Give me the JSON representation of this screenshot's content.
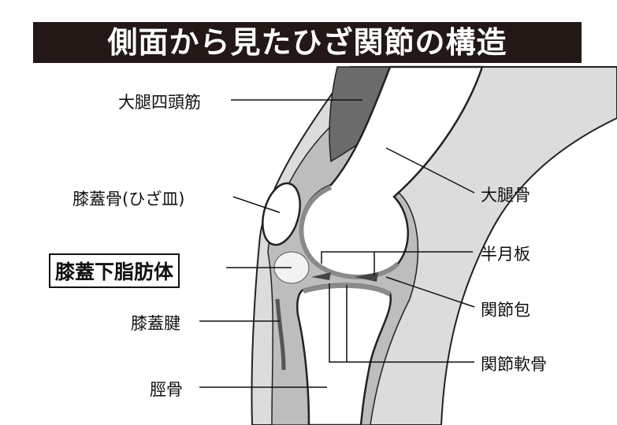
{
  "title": "側面から見たひざ関節の構造",
  "labels": {
    "quadriceps": "大腿四頭筋",
    "patella": "膝蓋骨(ひざ皿)",
    "infrapatellar_fat_pad": "膝蓋下脂肪体",
    "patellar_tendon": "膝蓋腱",
    "tibia": "脛骨",
    "femur": "大腿骨",
    "meniscus": "半月板",
    "joint_capsule": "関節包",
    "articular_cartilage": "関節軟骨"
  }
}
